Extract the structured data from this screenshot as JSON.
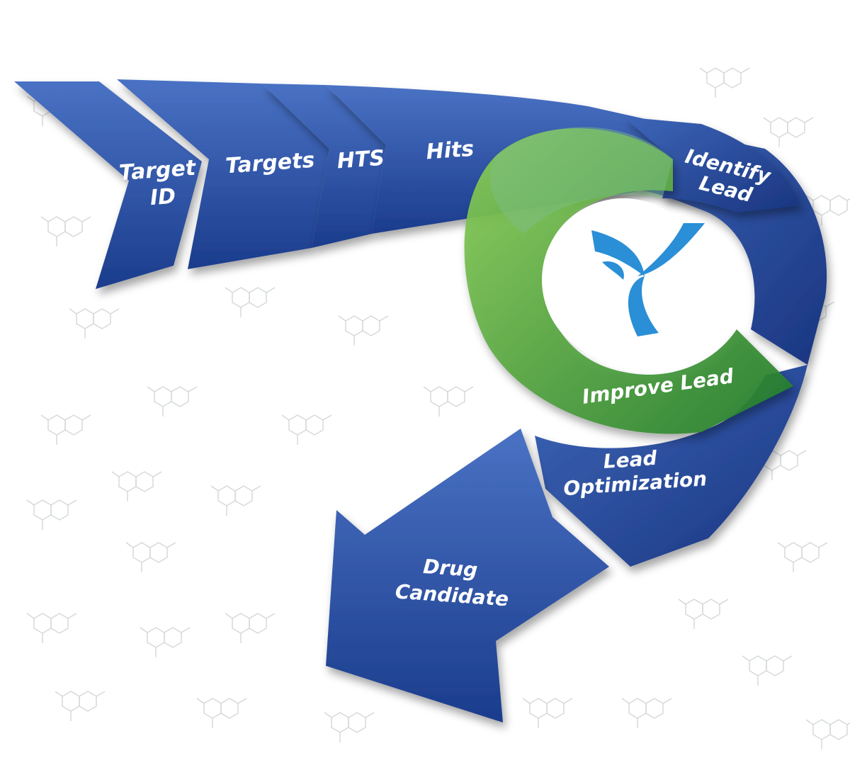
{
  "stages": {
    "target_id": {
      "line1": "Target",
      "line2": "ID"
    },
    "targets": {
      "label": "Targets"
    },
    "hts": {
      "label": "HTS"
    },
    "hits": {
      "label": "Hits"
    },
    "identify_lead": {
      "line1": "Identify",
      "line2": "Lead"
    },
    "improve_lead": {
      "label": "Improve Lead"
    },
    "lead_optimization": {
      "line1": "Lead",
      "line2": "Optimization"
    },
    "drug_candidate": {
      "line1": "Drug",
      "line2": "Candidate"
    }
  },
  "colors": {
    "blue_light": "#4a72c4",
    "blue_dark": "#1b3c8c",
    "green_light": "#8ccf58",
    "green_dark": "#1f7a2a",
    "logo_blue": "#2a8fd6",
    "molecule_gray": "#cfd3d6"
  },
  "logo": {
    "icon": "tri-blade-logo"
  }
}
